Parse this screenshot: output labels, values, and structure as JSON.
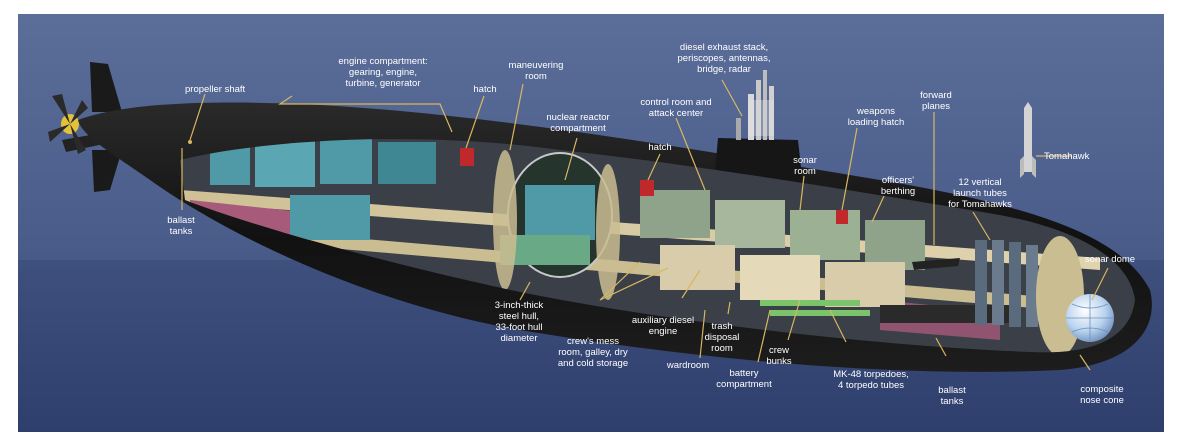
{
  "colors": {
    "background_top": "#5b6e99",
    "background_bottom": "#2f3f6e",
    "hull": "#151515",
    "deck": "#d6c9a2",
    "machinery": "#4f9aa6",
    "tanks": "#a85a7a",
    "hatch": "#c0282b",
    "propeller": "#e2c23a",
    "sonar_dome": "#dbe8f5",
    "leader_line": "#d9b760",
    "label_text": "#ffffff"
  },
  "labels": {
    "propeller_shaft": [
      "propeller shaft"
    ],
    "engine_compartment": [
      "engine compartment:",
      "gearing, engine,",
      "turbine, generator"
    ],
    "maneuvering_room": [
      "maneuvering",
      "room"
    ],
    "hatch_aft": [
      "hatch"
    ],
    "nuclear_reactor": [
      "nuclear reactor",
      "compartment"
    ],
    "hatch_mid": [
      "hatch"
    ],
    "control_room": [
      "control room and",
      "attack center"
    ],
    "diesel_exhaust": [
      "diesel exhaust stack,",
      "periscopes, antennas,",
      "bridge, radar"
    ],
    "sonar_room": [
      "sonar",
      "room"
    ],
    "weapons_hatch": [
      "weapons",
      "loading hatch"
    ],
    "forward_planes": [
      "forward",
      "planes"
    ],
    "officers_berthing": [
      "officers'",
      "berthing"
    ],
    "vertical_tubes": [
      "12 vertical",
      "launch tubes",
      "for Tomahawks"
    ],
    "tomahawk": [
      "Tomahawk"
    ],
    "sonar_dome": [
      "sonar dome"
    ],
    "ballast_aft": [
      "ballast",
      "tanks"
    ],
    "hull": [
      "3-inch-thick",
      "steel hull,",
      "33-foot hull",
      "diameter"
    ],
    "crews_mess": [
      "crew's mess",
      "room, galley, dry",
      "and cold storage"
    ],
    "aux_diesel": [
      "auxiliary diesel",
      "engine"
    ],
    "wardroom": [
      "wardroom"
    ],
    "trash_disposal": [
      "trash",
      "disposal",
      "room"
    ],
    "battery": [
      "battery",
      "compartment"
    ],
    "crew_bunks": [
      "crew",
      "bunks"
    ],
    "torpedoes": [
      "MK-48 torpedoes,",
      "4 torpedo tubes"
    ],
    "ballast_fwd": [
      "ballast",
      "tanks"
    ],
    "nose_cone": [
      "composite",
      "nose cone"
    ]
  }
}
